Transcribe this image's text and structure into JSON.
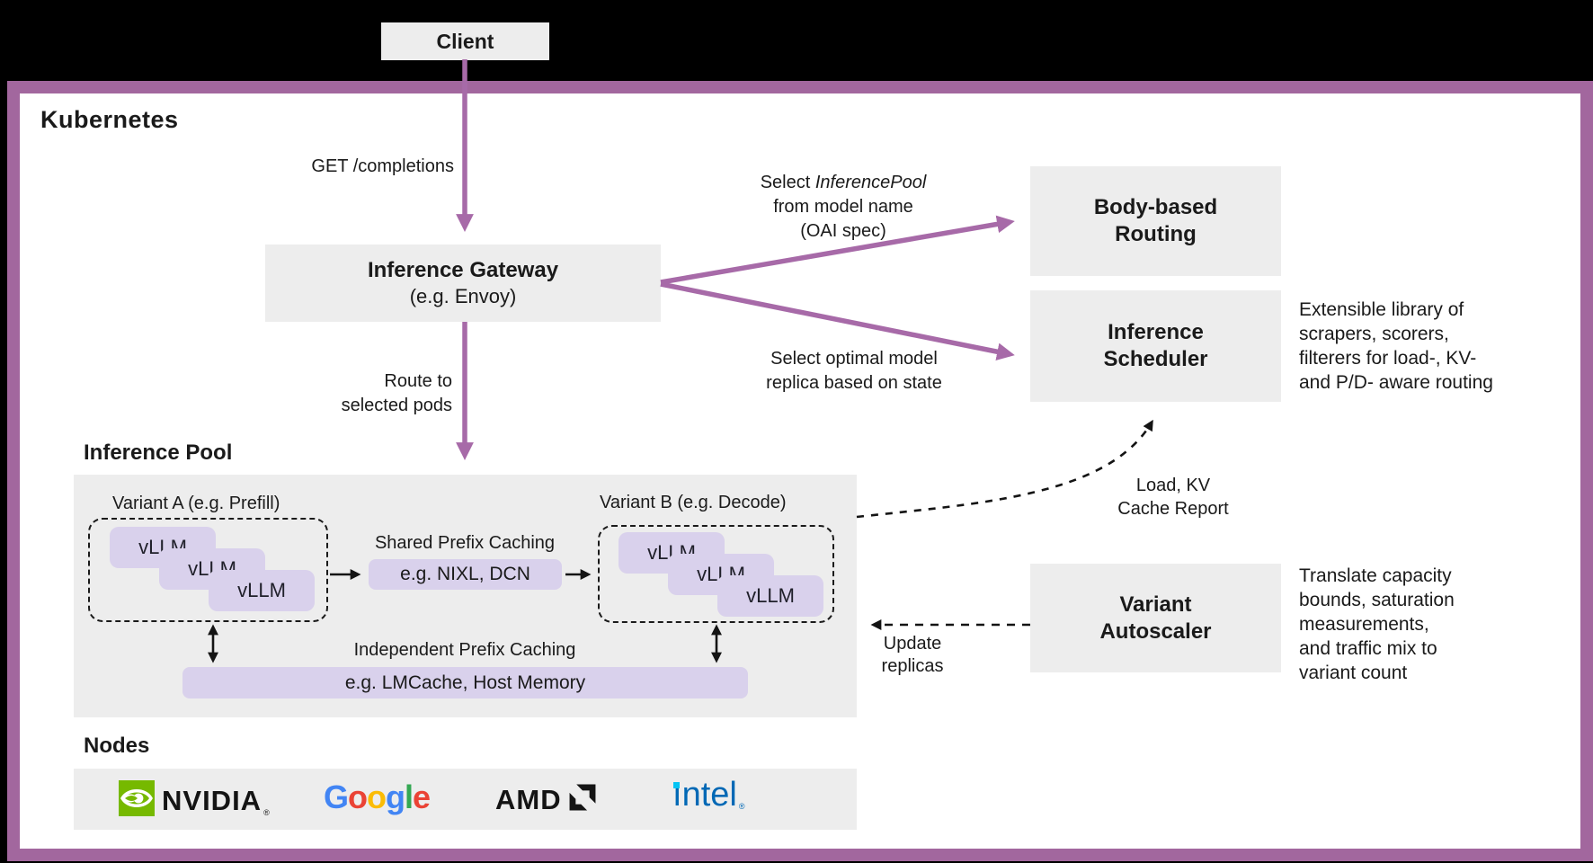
{
  "frame": {
    "title": "Kubernetes"
  },
  "client": {
    "label": "Client"
  },
  "gateway": {
    "title": "Inference Gateway",
    "subtitle": "(e.g. Envoy)"
  },
  "boxes": {
    "body_based_routing": {
      "line1": "Body-based",
      "line2": "Routing"
    },
    "inference_scheduler": {
      "line1": "Inference",
      "line2": "Scheduler"
    },
    "variant_autoscaler": {
      "line1": "Variant",
      "line2": "Autoscaler"
    }
  },
  "labels": {
    "get_completions": "GET /completions",
    "select_pool_prefix": "Select ",
    "select_pool_italic": "InferencePool",
    "select_pool_line2": "from model name",
    "select_pool_line3": "(OAI spec)",
    "select_optimal_line1": "Select optimal model",
    "select_optimal_line2": "replica based on state",
    "route_line1": "Route to",
    "route_line2": "selected pods",
    "load_kv_line1": "Load, KV",
    "load_kv_line2": "Cache Report",
    "update_line1": "Update",
    "update_line2": "replicas"
  },
  "notes": {
    "scheduler": {
      "lines": [
        "Extensible library of",
        "scrapers, scorers,",
        "filterers for load-, KV-",
        "and P/D- aware routing"
      ]
    },
    "autoscaler": {
      "lines": [
        "Translate capacity",
        "bounds, saturation",
        "measurements,",
        "and traffic mix to",
        "variant count"
      ]
    }
  },
  "pool": {
    "title": "Inference Pool",
    "variant_a_label": "Variant A (e.g. Prefill)",
    "variant_b_label": "Variant B (e.g. Decode)",
    "vllm_label": "vLLM",
    "shared_caching_label": "Shared Prefix Caching",
    "shared_caching_box": "e.g. NIXL, DCN",
    "independent_caching_label": "Independent Prefix Caching",
    "independent_caching_box": "e.g. LMCache, Host Memory"
  },
  "nodes": {
    "title": "Nodes",
    "vendors": [
      "NVIDIA",
      "Google",
      "AMD",
      "intel"
    ],
    "nvidia": "NVIDIA",
    "google": "Google",
    "amd": "AMD",
    "intel": "intel",
    "reg_mark": "®"
  },
  "colors": {
    "frame_purple": "#a2679e",
    "arrow_purple": "#a76aa8",
    "box_gray": "#ededed",
    "lavender": "#d9d1ec",
    "text": "#1a1a1a",
    "nvidia_green": "#76b900",
    "intel_blue": "#0068b5",
    "intel_dot": "#04c4f4",
    "amd_black": "#141414",
    "google_letters": [
      "#4285F4",
      "#EA4335",
      "#FBBC05",
      "#4285F4",
      "#34A853",
      "#EA4335"
    ]
  }
}
